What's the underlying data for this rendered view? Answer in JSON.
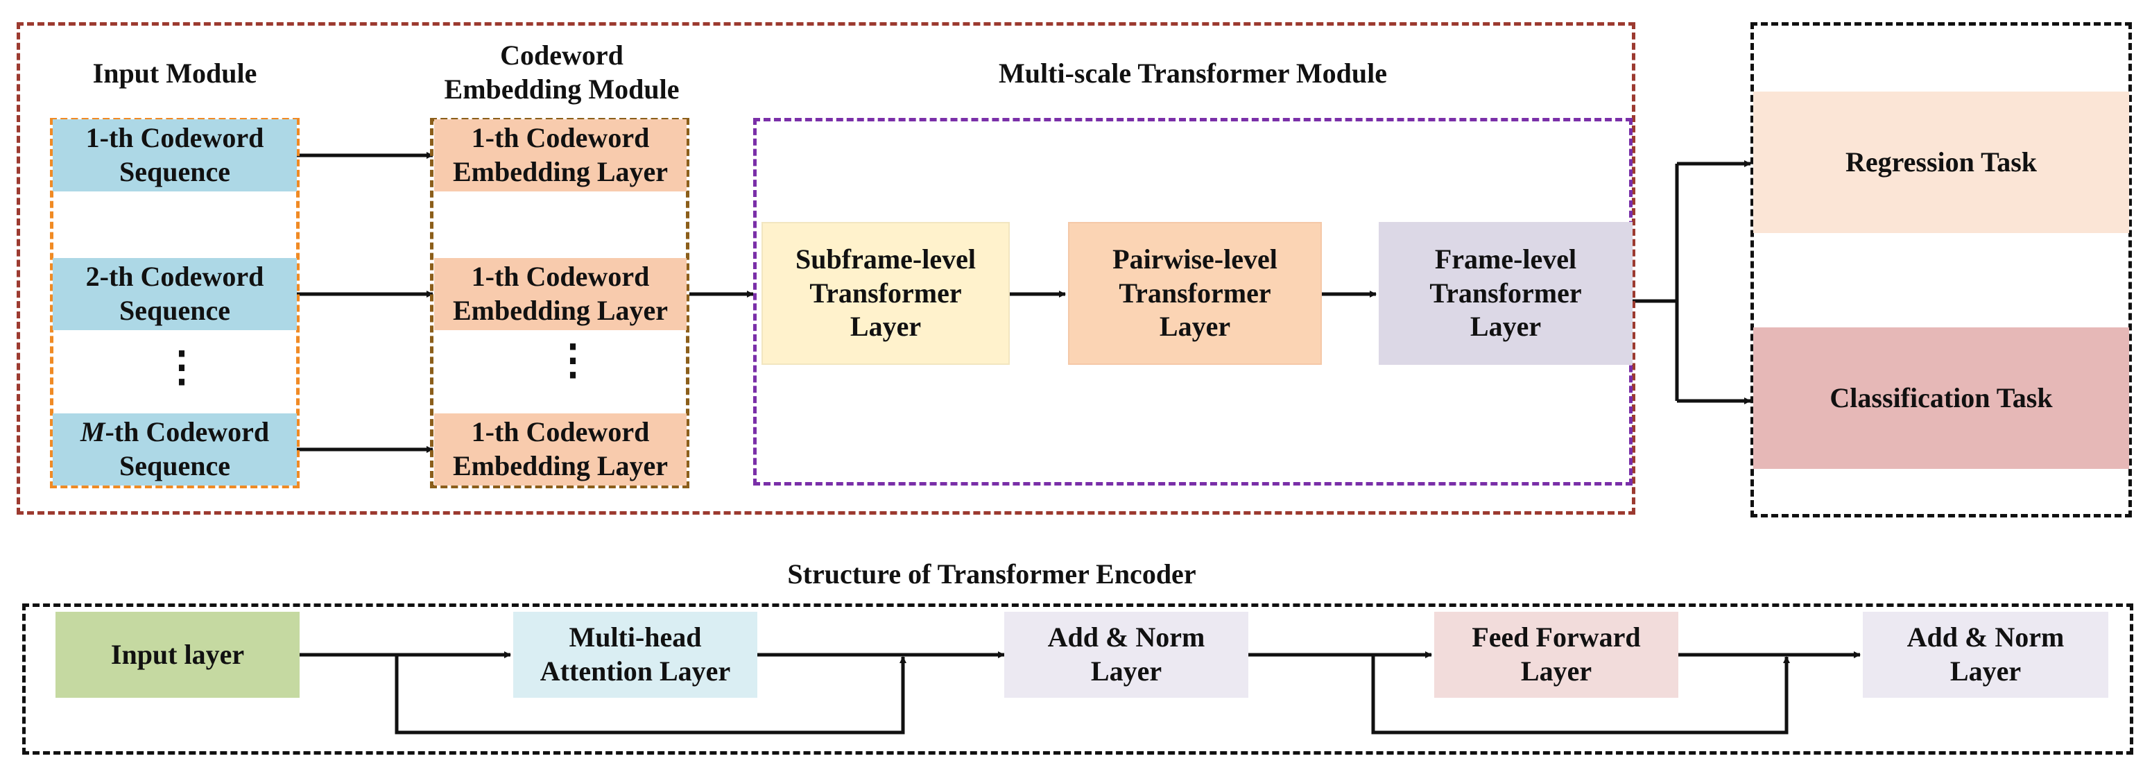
{
  "colors": {
    "module_border": "#9c3a30",
    "input_border": "#f08a24",
    "embed_border": "#8b5e1a",
    "transformer_border": "#7a2fa8",
    "task_border": "#111111",
    "encoder_border": "#111111",
    "codeword_fill": "#add8e6",
    "embed_fill": "#f8cbad",
    "subframe_fill": "#fff2cc",
    "pairwise_fill": "#fbd4b4",
    "frame_fill": "#dcd8e6",
    "regression_fill": "#fbe5d6",
    "classification_fill": "#e6b8b7",
    "input_layer_fill": "#c5d9a1",
    "attention_fill": "#daeef3",
    "addnorm_fill": "#ece9f2",
    "feedforward_fill": "#f2dcdb"
  },
  "headers": {
    "input_module": "Input Module",
    "embedding_module_line1": "Codeword",
    "embedding_module_line2": "Embedding Module",
    "multiscale": "Multi-scale Transformer Module",
    "encoder_structure": "Structure of Transformer Encoder"
  },
  "input_sequences": [
    {
      "line1": "1-th Codeword",
      "line2": "Sequence"
    },
    {
      "line1": "2-th Codeword",
      "line2": "Sequence"
    },
    {
      "italic": "M",
      "line1": "-th Codeword",
      "line2": "Sequence"
    }
  ],
  "embedding_layers": [
    {
      "line1": "1-th Codeword",
      "line2": "Embedding Layer"
    },
    {
      "line1": "1-th Codeword",
      "line2": "Embedding Layer"
    },
    {
      "line1": "1-th Codeword",
      "line2": "Embedding Layer"
    }
  ],
  "ellipsis": "⋮",
  "transformer_layers": [
    {
      "line1": "Subframe-level",
      "line2": "Transformer",
      "line3": "Layer"
    },
    {
      "line1": "Pairwise-level",
      "line2": "Transformer",
      "line3": "Layer"
    },
    {
      "line1": "Frame-level",
      "line2": "Transformer",
      "line3": "Layer"
    }
  ],
  "tasks": {
    "regression": "Regression Task",
    "classification": "Classification Task"
  },
  "encoder_blocks": [
    {
      "line1": "Input layer"
    },
    {
      "line1": "Multi-head",
      "line2": "Attention Layer"
    },
    {
      "line1": "Add & Norm",
      "line2": "Layer"
    },
    {
      "line1": "Feed Forward",
      "line2": "Layer"
    },
    {
      "line1": "Add & Norm",
      "line2": "Layer"
    }
  ]
}
